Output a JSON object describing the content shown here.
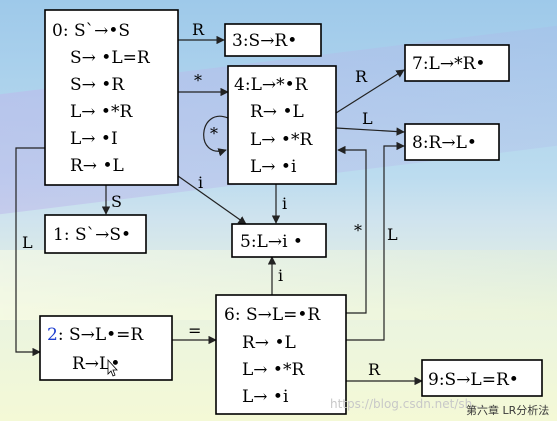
{
  "states": {
    "s0": {
      "id": "0",
      "lines": [
        "S`→•S",
        "S→ •L=R",
        "S→ •R",
        "L→ •*R",
        "L→ •I",
        "R→ •L"
      ]
    },
    "s1": {
      "text": "1: S`→S•"
    },
    "s2": {
      "id": "2",
      "lines": [
        "S→L•=R",
        "R→L•"
      ]
    },
    "s3": {
      "text": "3:S→R•"
    },
    "s4": {
      "id": "4",
      "lines": [
        "L→*•R",
        "R→ •L",
        "L→ •*R",
        "L→ •i"
      ]
    },
    "s5": {
      "text": "5:L→i •"
    },
    "s6": {
      "id": "6",
      "lines": [
        "S→L=•R",
        "R→ •L",
        "L→ •*R",
        "L→ •i"
      ]
    },
    "s7": {
      "text": "7:L→*R•"
    },
    "s8": {
      "text": "8:R→L•"
    },
    "s9": {
      "text": "9:S→L=R•"
    }
  },
  "edges": {
    "e03": "R",
    "e04": "*",
    "e01": "S",
    "e02": "L",
    "e05": "i",
    "e44": "*",
    "e47": "R",
    "e48": "L",
    "e45": "i",
    "e26": "=",
    "e65": "i",
    "e64": "*",
    "e68": "L",
    "e69": "R"
  },
  "watermark": "https://blog.csdn.net/sh...",
  "footer": "第六章  LR分析法"
}
